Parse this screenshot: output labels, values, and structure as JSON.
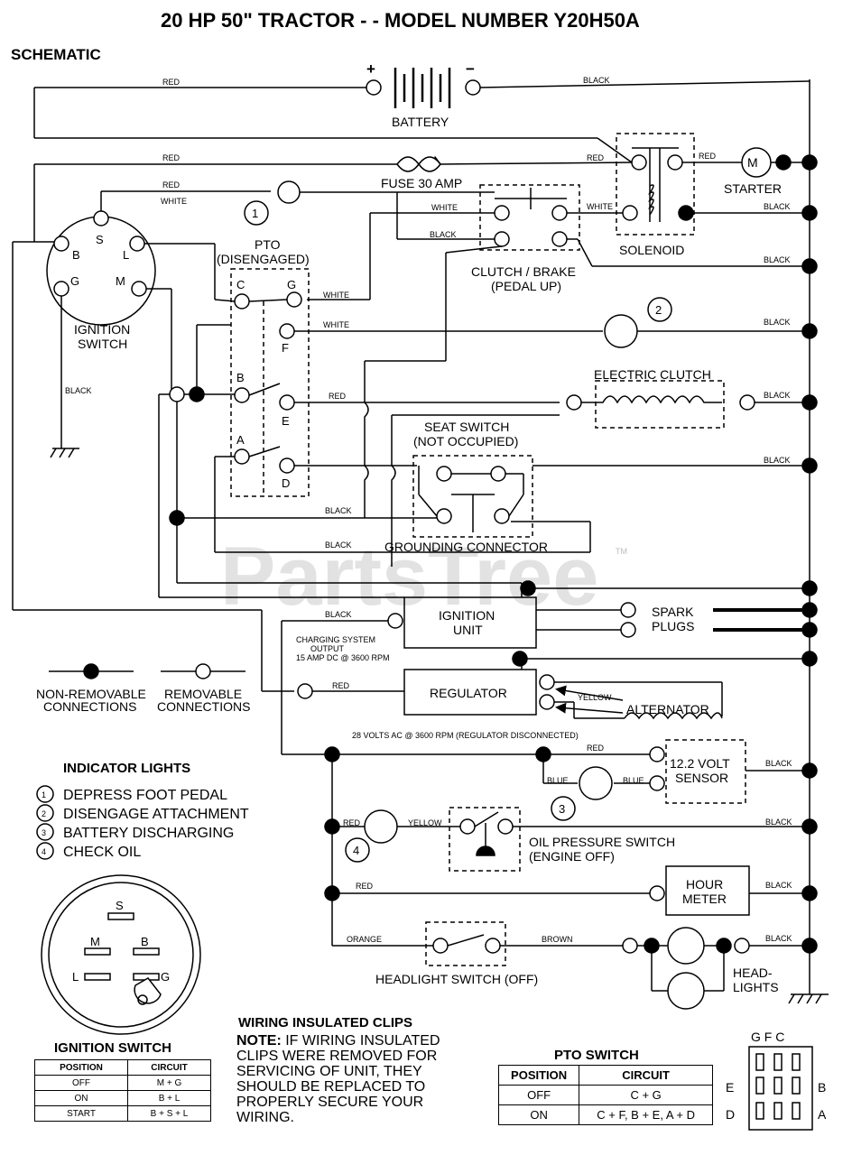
{
  "title": "20 HP 50\" TRACTOR - - MODEL NUMBER Y20H50A",
  "schematic_label": "SCHEMATIC",
  "battery": {
    "label": "BATTERY",
    "plus": "+",
    "minus": "−"
  },
  "components": {
    "fuse": "FUSE 30 AMP",
    "starter": "STARTER",
    "starter_m": "M",
    "solenoid": "SOLENOID",
    "clutch_brake_1": "CLUTCH / BRAKE",
    "clutch_brake_2": "(PEDAL UP)",
    "pto_1": "PTO",
    "pto_2": "(DISENGAGED)",
    "ignition_switch_1": "IGNITION",
    "ignition_switch_2": "SWITCH",
    "electric_clutch": "ELECTRIC CLUTCH",
    "seat_switch_1": "SEAT SWITCH",
    "seat_switch_2": "(NOT OCCUPIED)",
    "grounding_connector": "GROUNDING CONNECTOR",
    "ignition_unit_1": "IGNITION",
    "ignition_unit_2": "UNIT",
    "spark_plugs_1": "SPARK",
    "spark_plugs_2": "PLUGS",
    "charging_1": "CHARGING SYSTEM",
    "charging_2": "OUTPUT",
    "charging_3": "15 AMP DC @ 3600 RPM",
    "regulator": "REGULATOR",
    "alternator": "ALTERNATOR",
    "ac_note": "28 VOLTS AC @ 3600 RPM (REGULATOR DISCONNECTED)",
    "sensor_1": "12.2 VOLT",
    "sensor_2": "SENSOR",
    "oil_1": "OIL PRESSURE SWITCH",
    "oil_2": "(ENGINE OFF)",
    "hour_1": "HOUR",
    "hour_2": "METER",
    "headlight_switch": "HEADLIGHT SWITCH (OFF)",
    "headlights_1": "HEAD-",
    "headlights_2": "LIGHTS"
  },
  "wires": {
    "red": "RED",
    "black": "BLACK",
    "white": "WHITE",
    "yellow": "YELLOW",
    "blue": "BLUE",
    "orange": "ORANGE",
    "brown": "BROWN"
  },
  "terminals": {
    "s": "S",
    "b": "B",
    "l": "L",
    "g": "G",
    "m": "M",
    "c": "C",
    "f": "F",
    "e": "E",
    "a": "A",
    "d": "D"
  },
  "light_numbers": [
    "1",
    "2",
    "3",
    "4"
  ],
  "legend": {
    "non_removable_1": "NON-REMOVABLE",
    "non_removable_2": "CONNECTIONS",
    "removable_1": "REMOVABLE",
    "removable_2": "CONNECTIONS"
  },
  "indicator_lights": {
    "title": "INDICATOR LIGHTS",
    "items": [
      {
        "num": "1",
        "text": "DEPRESS FOOT PEDAL"
      },
      {
        "num": "2",
        "text": "DISENGAGE ATTACHMENT"
      },
      {
        "num": "3",
        "text": "BATTERY DISCHARGING"
      },
      {
        "num": "4",
        "text": "CHECK OIL"
      }
    ]
  },
  "ignition_switch_table": {
    "title": "IGNITION SWITCH",
    "headers": [
      "POSITION",
      "CIRCUIT"
    ],
    "rows": [
      [
        "OFF",
        "M + G"
      ],
      [
        "ON",
        "B + L"
      ],
      [
        "START",
        "B + S + L"
      ]
    ]
  },
  "clips": {
    "title": "WIRING INSULATED CLIPS",
    "note_label": "NOTE:",
    "lines": [
      " IF WIRING INSULATED",
      "CLIPS WERE REMOVED FOR",
      "SERVICING OF UNIT, THEY",
      "SHOULD BE REPLACED TO",
      "PROPERLY SECURE YOUR",
      "WIRING."
    ]
  },
  "pto_switch_table": {
    "title": "PTO SWITCH",
    "headers": [
      "POSITION",
      "CIRCUIT"
    ],
    "rows": [
      [
        "OFF",
        "C + G"
      ],
      [
        "ON",
        "C + F, B + E, A + D"
      ]
    ]
  },
  "pto_face": {
    "top": "G F C",
    "e": "E",
    "d": "D",
    "b": "B",
    "a": "A"
  },
  "watermark": "PartsTree",
  "tm": "TM"
}
